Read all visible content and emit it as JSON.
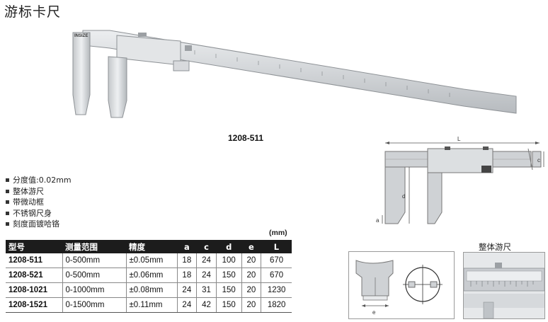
{
  "page": {
    "title": "游标卡尺"
  },
  "product": {
    "model_caption": "1208-511",
    "brand": "INSIZE",
    "features": [
      "分度值:0.02mm",
      "整体游尺",
      "带微动框",
      "不锈钢尺身",
      "刻度面镀哈铬"
    ]
  },
  "spec_table": {
    "unit": "(mm)",
    "headers": [
      "型号",
      "测量范围",
      "精度",
      "a",
      "c",
      "d",
      "e",
      "L"
    ],
    "rows": [
      [
        "1208-511",
        "0-500mm",
        "±0.05mm",
        "18",
        "24",
        "100",
        "20",
        "670"
      ],
      [
        "1208-521",
        "0-500mm",
        "±0.06mm",
        "18",
        "24",
        "150",
        "20",
        "670"
      ],
      [
        "1208-1021",
        "0-1000mm",
        "±0.08mm",
        "24",
        "31",
        "150",
        "20",
        "1230"
      ],
      [
        "1208-1521",
        "0-1500mm",
        "±0.11mm",
        "24",
        "42",
        "150",
        "20",
        "1820"
      ]
    ]
  },
  "diagram": {
    "label_L": "L",
    "label_c": "c",
    "label_d": "d",
    "label_a": "a",
    "label_e": "e"
  },
  "integral_vernier_label": "整体游尺",
  "colors": {
    "steel": "#c9cccf",
    "steel_dark": "#8e9296",
    "header_bg": "#1c1c1c"
  }
}
